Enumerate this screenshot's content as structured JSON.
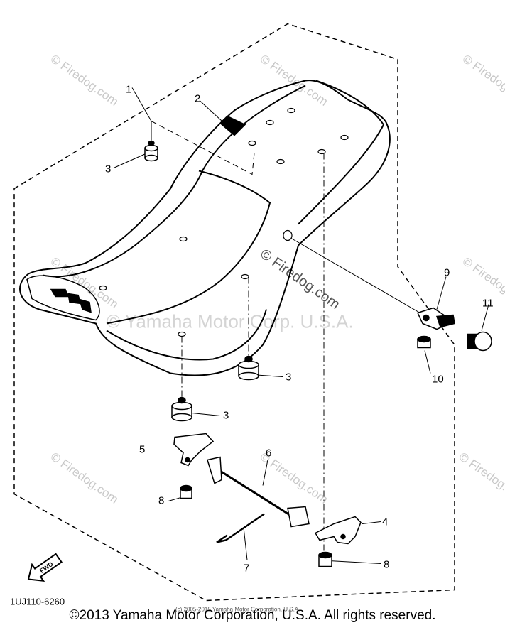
{
  "callouts": {
    "c1": "1",
    "c2": "2",
    "c3a": "3",
    "c3b": "3",
    "c3c": "3",
    "c4": "4",
    "c5": "5",
    "c6": "6",
    "c7": "7",
    "c8a": "8",
    "c8b": "8",
    "c9": "9",
    "c10": "10",
    "c11": "11"
  },
  "watermarks": {
    "site": "© Firedog.com",
    "center": "© Yamaha Motor Corp. U.S.A.",
    "inner_copyright": "(c) 2005-2015 Yamaha Motor Corporation, U.S.A."
  },
  "diagram_code": "1UJ110-6260",
  "fwd_label": "FWD",
  "footer": "©2013 Yamaha Motor Corporation, U.S.A. All rights reserved.",
  "colors": {
    "line": "#000000",
    "watermark": "#c8c8c8",
    "background": "#ffffff"
  }
}
